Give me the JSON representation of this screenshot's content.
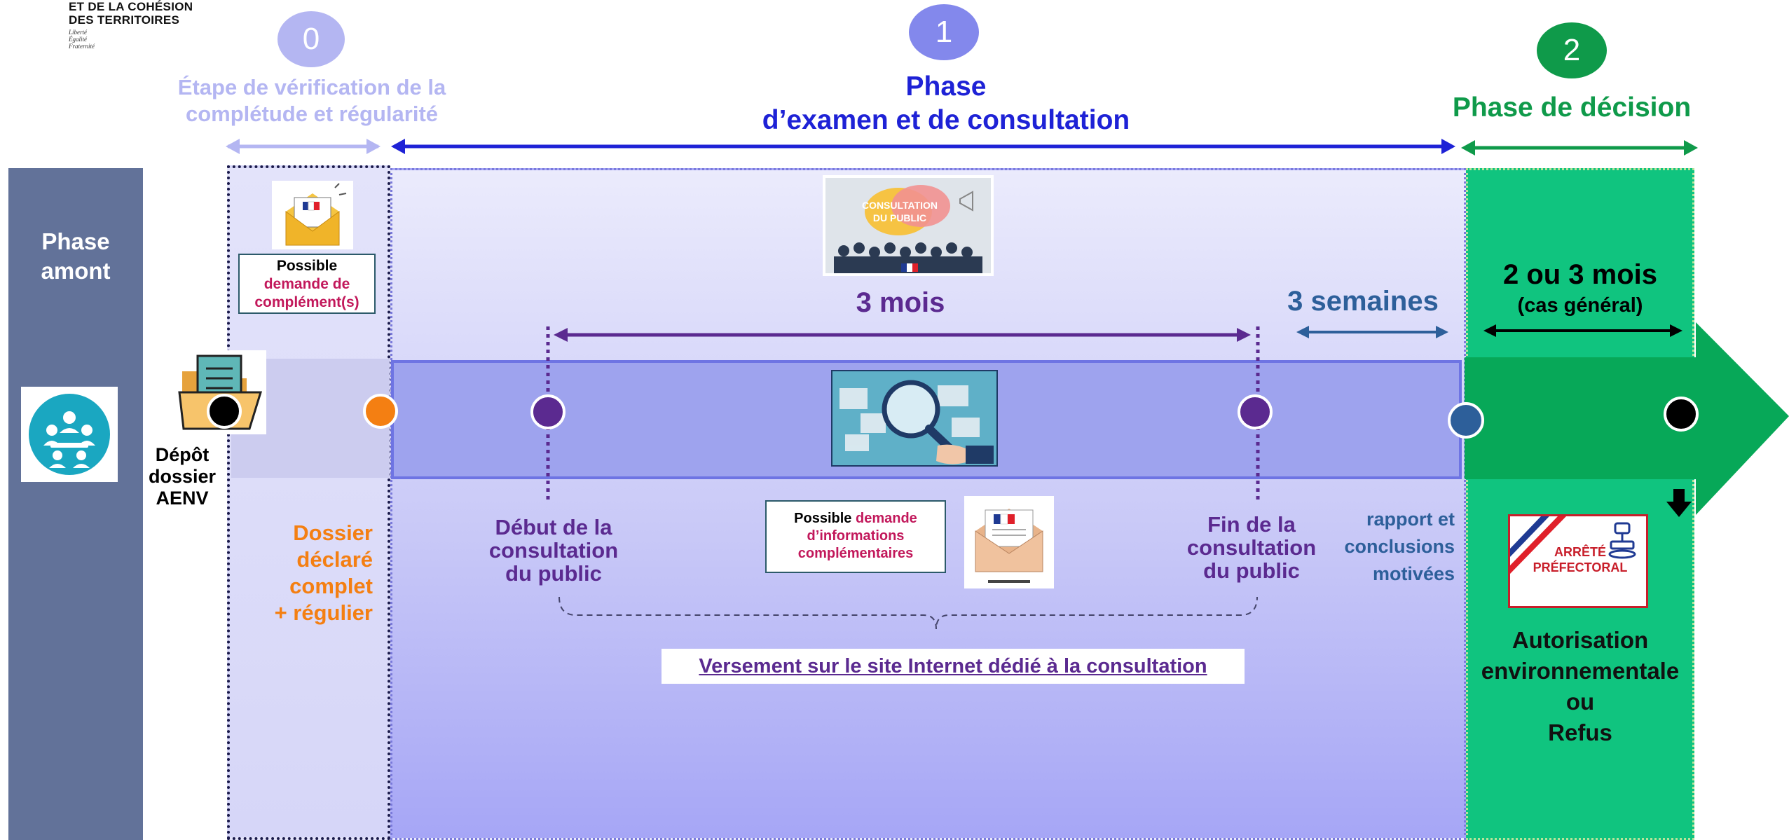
{
  "logo": {
    "line1": "ET DE LA COHÉSION",
    "line2": "DES TERRITOIRES",
    "motto1": "Liberté",
    "motto2": "Égalité",
    "motto3": "Fraternité"
  },
  "phases": [
    {
      "number": "0",
      "title_line1": "Étape de vérification de la",
      "title_line2": "complétude et régularité",
      "color": "#b4b6f2"
    },
    {
      "number": "1",
      "title_line1": "Phase",
      "title_line2": "d’examen et de consultation",
      "color": "#1e22d6"
    },
    {
      "number": "2",
      "title": "Phase de décision",
      "color": "#0f9a4a"
    }
  ],
  "amont": {
    "label_line1": "Phase",
    "label_line2": "amont",
    "color": "#627299"
  },
  "depot": {
    "line1": "Dépôt",
    "line2": "dossier",
    "line3": "AENV"
  },
  "complement_box": {
    "line1": "Possible",
    "line2": "demande de",
    "line3": "complément(s)"
  },
  "dossier_complet": {
    "line1": "Dossier",
    "line2": "déclaré",
    "line3": "complet",
    "line4": "+ régulier",
    "color": "#f47f12"
  },
  "consultation_image": {
    "label_line1": "CONSULTATION",
    "label_line2": "DU PUBLIC"
  },
  "durations": {
    "trois_mois": "3 mois",
    "trois_semaines": "3 semaines",
    "deux_ou_trois_mois": "2 ou 3 mois",
    "cas_general": "(cas général)"
  },
  "milestones": {
    "debut": {
      "line1": "Début de la",
      "line2": "consultation",
      "line3": "du public"
    },
    "fin": {
      "line1": "Fin de la",
      "line2": "consultation",
      "line3": "du public"
    },
    "rapport": {
      "line1": "rapport et",
      "line2": "conclusions",
      "line3": "motivées"
    }
  },
  "info_box": {
    "part1": "Possible",
    "part2": "demande",
    "part3": "d’informations",
    "part4": "complémentaires"
  },
  "versement": "Versement sur le site Internet dédié à la consultation",
  "arrete": {
    "line1": "ARRÊTÉ",
    "line2": "PRÉFECTORAL"
  },
  "decision": {
    "line1": "Autorisation",
    "line2": "environnementale",
    "line3": "ou",
    "line4": "Refus"
  },
  "colors": {
    "purple_text": "#5b2a90",
    "blue_text": "#2d5f9a",
    "magenta": "#c2185b",
    "green_arrow": "#07a858",
    "orange_dot": "#f47f12"
  }
}
